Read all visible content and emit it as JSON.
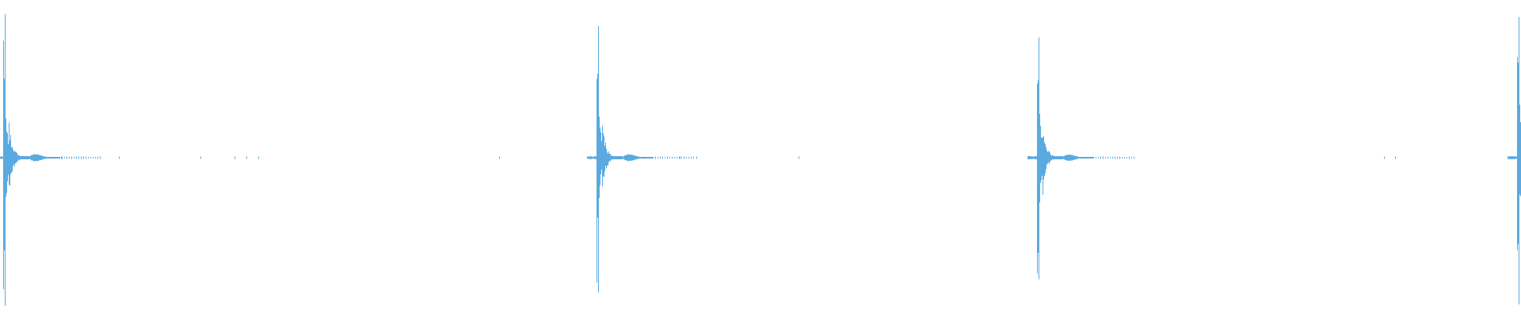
{
  "waveform": {
    "color": "#5aaae0",
    "background": "#ffffff",
    "bursts": [
      {
        "time": 0.003,
        "peak": 0.97,
        "neg_peak": 1.0,
        "decay": 0.55
      },
      {
        "time": 0.393,
        "peak": 0.89,
        "neg_peak": 0.91,
        "decay": 0.5
      },
      {
        "time": 0.683,
        "peak": 0.81,
        "neg_peak": 0.82,
        "decay": 0.5
      },
      {
        "time": 0.9985,
        "peak": 0.95,
        "neg_peak": 0.99,
        "decay": 0.4
      }
    ],
    "noise_blips": [
      0.04,
      0.078,
      0.132,
      0.154,
      0.162,
      0.17,
      0.328,
      0.423,
      0.447,
      0.458,
      0.525,
      0.91,
      0.917
    ]
  }
}
